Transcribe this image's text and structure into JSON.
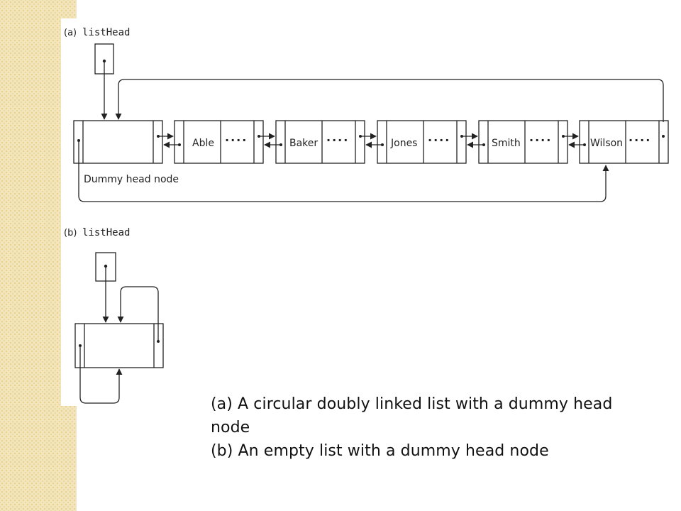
{
  "diagram_a": {
    "tag": "(a)",
    "pointer_label": "listHead",
    "dummy_label": "Dummy head node",
    "nodes": [
      {
        "name": "Able"
      },
      {
        "name": "Baker"
      },
      {
        "name": "Jones"
      },
      {
        "name": "Smith"
      },
      {
        "name": "Wilson"
      }
    ],
    "ellipsis": "····"
  },
  "diagram_b": {
    "tag": "(b)",
    "pointer_label": "listHead"
  },
  "caption": {
    "line_a": "(a) A circular doubly linked list with a dummy head node",
    "line_b": "(b) An empty list with a dummy head node"
  },
  "colors": {
    "stripe": "#f4e6bc",
    "ink": "#222222"
  }
}
